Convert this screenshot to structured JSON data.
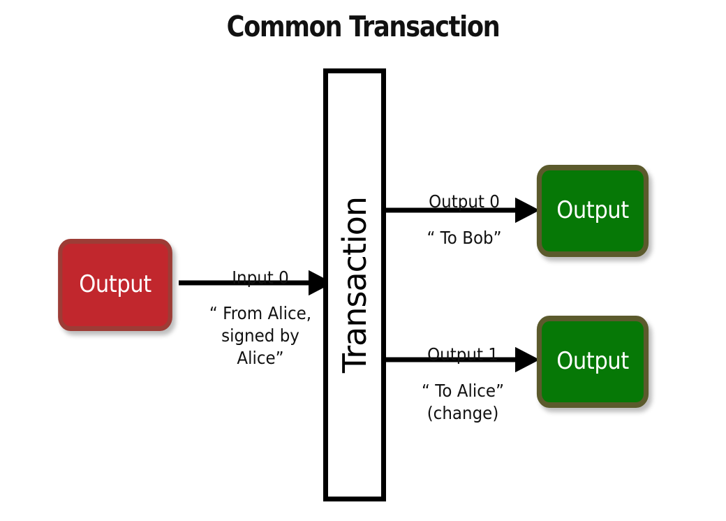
{
  "title": "Common Transaction",
  "nodes": {
    "input_output": {
      "label": "Output",
      "color": "#c1272d",
      "border_color": "#9d3c36"
    },
    "output_bob": {
      "label": "Output",
      "color": "#067806",
      "border_color": "#5b5a2c"
    },
    "output_alice": {
      "label": "Output",
      "color": "#067806",
      "border_color": "#5b5a2c"
    },
    "transaction": {
      "label": "Transaction",
      "color": "#ffffff",
      "border_color": "#000000"
    }
  },
  "edges": {
    "input0": {
      "top_label": "Input 0",
      "bottom_label": "“ From Alice,\nsigned by\nAlice”"
    },
    "output0": {
      "top_label": "Output 0",
      "bottom_label": "“ To Bob”"
    },
    "output1": {
      "top_label": "Output 1",
      "bottom_label": "“ To Alice”\n(change)"
    }
  },
  "icons": {
    "arrow": "arrow-right-icon"
  }
}
